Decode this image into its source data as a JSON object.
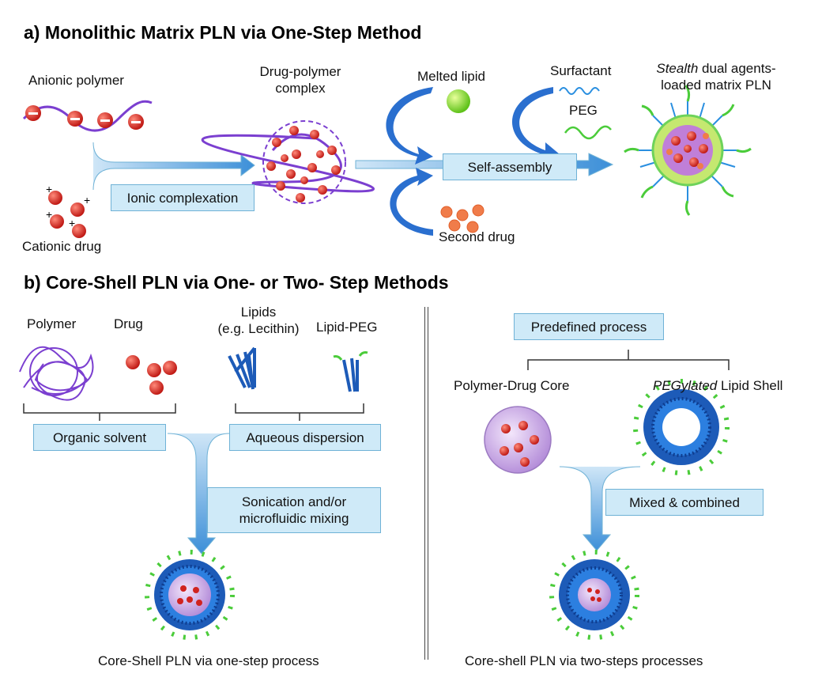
{
  "panel_a": {
    "heading": "a) Monolithic Matrix PLN via One-Step Method",
    "labels": {
      "anionic_polymer": "Anionic polymer",
      "cationic_drug": "Cationic drug",
      "ionic_complexation": "Ionic complexation",
      "drug_polymer_complex_1": "Drug-polymer",
      "drug_polymer_complex_2": "complex",
      "melted_lipid": "Melted lipid",
      "second_drug": "Second drug",
      "self_assembly": "Self-assembly",
      "surfactant": "Surfactant",
      "peg": "PEG",
      "stealth_line1_italic": "Stealth",
      "stealth_line1_rest": " dual agents-",
      "stealth_line2": "loaded matrix PLN"
    }
  },
  "panel_b": {
    "heading": "b) Core-Shell PLN via One- or Two- Step Methods",
    "left": {
      "polymer": "Polymer",
      "drug": "Drug",
      "lipids_line1": "Lipids",
      "lipids_line2": "(e.g. Lecithin)",
      "lipid_peg": "Lipid-PEG",
      "organic_solvent": "Organic solvent",
      "aqueous_dispersion": "Aqueous dispersion",
      "sonication_line1": "Sonication and/or",
      "sonication_line2": "microfluidic mixing",
      "caption": "Core-Shell PLN via one-step process"
    },
    "right": {
      "predefined_process": "Predefined process",
      "polymer_drug_core": "Polymer-Drug Core",
      "pegylated_italic": "PEGylated",
      "pegylated_rest": " Lipid Shell",
      "mixed_combined": "Mixed & combined",
      "caption": "Core-shell PLN via two-steps processes"
    }
  },
  "colors": {
    "drug_red": "#d0231f",
    "polymer_purple": "#7b3fd0",
    "lipid_blue": "#1d5bb8",
    "peg_green": "#4bcc3a",
    "box_fill": "#cfeaf8",
    "arrow_blue": "#5aa6e0"
  }
}
